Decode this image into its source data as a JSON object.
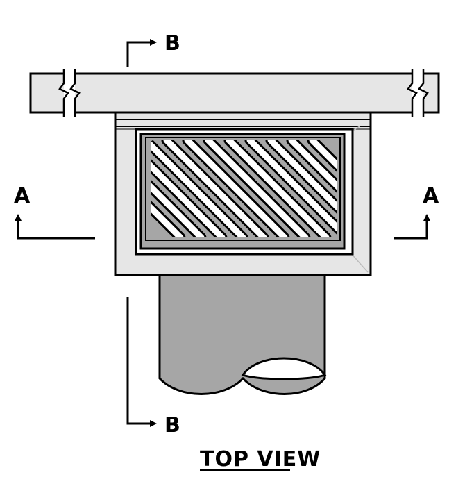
{
  "title": "TOP VIEW",
  "section_marks": {
    "a_left": "A",
    "a_right": "A",
    "b_top": "B",
    "b_bottom": "B"
  },
  "colors": {
    "background": "#ffffff",
    "line": "#000000",
    "frame_fill": "#e6e6e6",
    "grate_fill": "#a6a6a6",
    "pipe_fill": "#a6a6a6",
    "slot_fill": "#ffffff"
  },
  "icons": {
    "break_symbol": "break-symbol-icon",
    "section_arrow": "section-arrow-icon"
  }
}
